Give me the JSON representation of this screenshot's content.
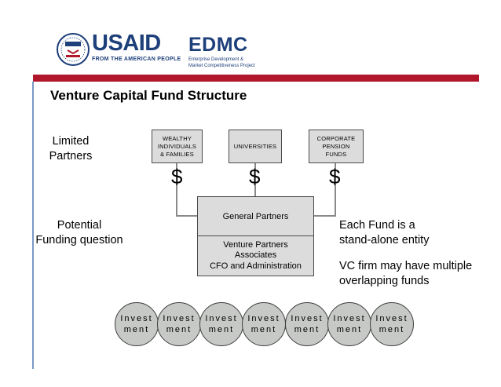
{
  "header": {
    "usaid_wordmark": "USAID",
    "usaid_tagline": "FROM THE AMERICAN PEOPLE",
    "seal_text": "USAID",
    "edmc_wordmark": "EDMC",
    "edmc_subtitle_line1": "Enterprise Development &",
    "edmc_subtitle_line2": "Market Competitiveness Project",
    "band_color": "#b0172b",
    "brand_color": "#1d3f7a"
  },
  "title": "Venture Capital Fund Structure",
  "side_labels": {
    "limited_line1": "Limited",
    "limited_line2": "Partners",
    "potential_line1": "Potential",
    "potential_line2": "Funding question"
  },
  "notes": {
    "fund_line1": "Each Fund is a",
    "fund_line2": "stand-alone entity",
    "vc_line1": "VC firm may have multiple",
    "vc_line2": "overlapping funds"
  },
  "limited_partners": {
    "wealthy_line1": "WEALTHY",
    "wealthy_line2": "INDIVIDUALS",
    "wealthy_line3": "& FAMILIES",
    "universities": "UNIVERSITIES",
    "corporate_line1": "CORPORATE",
    "corporate_line2": "PENSION",
    "corporate_line3": "FUNDS"
  },
  "flow_symbol": "$",
  "general_partners": "General Partners",
  "venture_partners": {
    "line1": "Venture Partners",
    "line2": "Associates",
    "line3": "CFO and Administration"
  },
  "investments": [
    {
      "line1": "Invest",
      "line2": "ment"
    },
    {
      "line1": "Invest",
      "line2": "ment"
    },
    {
      "line1": "Invest",
      "line2": "ment"
    },
    {
      "line1": "Invest",
      "line2": "ment"
    },
    {
      "line1": "Invest",
      "line2": "ment"
    },
    {
      "line1": "Invest",
      "line2": "ment"
    },
    {
      "line1": "Invest",
      "line2": "ment"
    }
  ]
}
